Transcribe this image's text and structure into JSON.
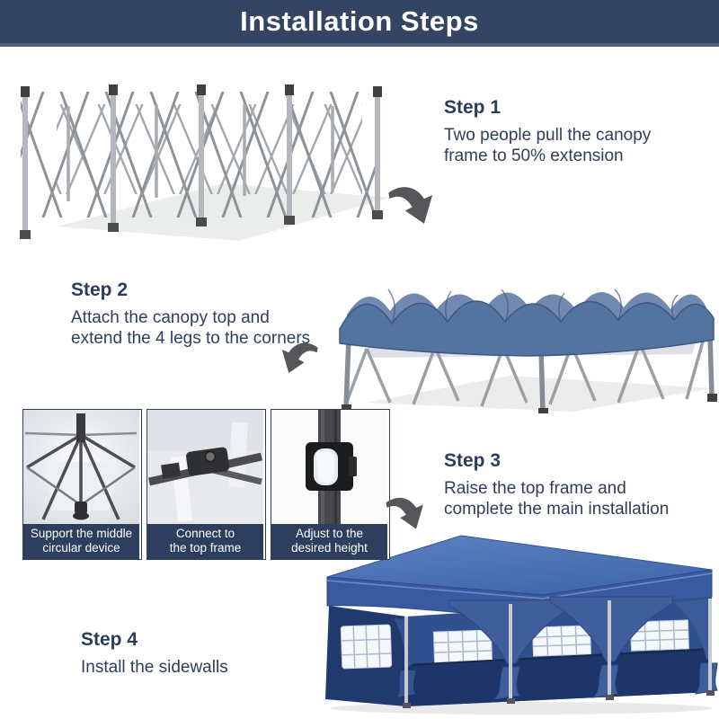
{
  "header": {
    "title": "Installation Steps"
  },
  "steps": [
    {
      "label": "Step 1",
      "description": "Two people pull the canopy\nframe to 50% extension",
      "illustration": "half-extended-canopy-frame"
    },
    {
      "label": "Step 2",
      "description": "Attach the canopy top and\nextend the 4 legs to the corners",
      "illustration": "canopy-top-draped-on-frame"
    },
    {
      "label": "Step 3",
      "description": "Raise the top frame and\ncomplete the main installation",
      "illustration": "installation-detail-panels"
    },
    {
      "label": "Step 4",
      "description": "Install the sidewalls",
      "illustration": "finished-canopy-with-sidewalls"
    }
  ],
  "detail_panels": [
    {
      "caption": "Support the middle\ncircular device",
      "icon": "canopy-underside-hub"
    },
    {
      "caption": "Connect to\nthe top frame",
      "icon": "top-frame-connector-clamp"
    },
    {
      "caption": "Adjust to the\ndesired height",
      "icon": "leg-height-adjuster-button"
    }
  ],
  "arrows": [
    {
      "direction": "down-right"
    },
    {
      "direction": "down-left"
    },
    {
      "direction": "down-right"
    }
  ],
  "colors": {
    "header_bg": "#344463",
    "text_navy": "#2b3c5c",
    "caption_bg": "#2e3e5f",
    "canopy_roof_blue": "#4d74b5",
    "valance_blue": "#3a5a9f",
    "sidewall_navy": "#203a6e",
    "curtain_blue": "#3f5f9c",
    "frame_gray": "#9aa0a6",
    "arrow_gray": "#545659"
  }
}
